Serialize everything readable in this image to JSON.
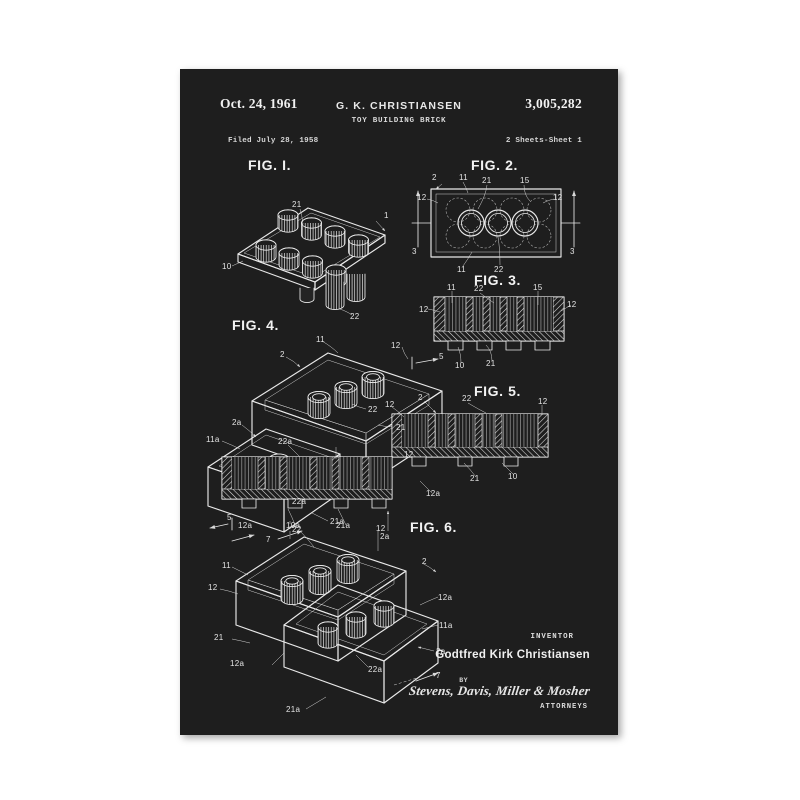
{
  "poster": {
    "background_color": "#1e1e1e",
    "ink_color": "#e9e9e9",
    "page_background": "#ffffff"
  },
  "header": {
    "date": "Oct. 24, 1961",
    "inventor_caps": "G. K. CHRISTIANSEN",
    "patent_number": "3,005,282",
    "title": "TOY BUILDING BRICK",
    "filed": "Filed July 28, 1958",
    "sheets": "2 Sheets-Sheet 1"
  },
  "figures": [
    {
      "id": "fig1",
      "caption": "FIG. I."
    },
    {
      "id": "fig2",
      "caption": "FIG. 2."
    },
    {
      "id": "fig3",
      "caption": "FIG. 3."
    },
    {
      "id": "fig4",
      "caption": "FIG. 4."
    },
    {
      "id": "fig5",
      "caption": "FIG. 5."
    },
    {
      "id": "fig6",
      "caption": "FIG. 6."
    }
  ],
  "numerals": {
    "fig1": [
      "1",
      "21",
      "10",
      "22"
    ],
    "fig2": [
      "2",
      "11",
      "21",
      "15",
      "12",
      "12",
      "3",
      "3",
      "11",
      "22"
    ],
    "fig3": [
      "11",
      "22",
      "15",
      "12",
      "12",
      "10",
      "21"
    ],
    "fig4": [
      "12",
      "5",
      "5",
      "11",
      "2",
      "22",
      "21",
      "2a",
      "11a",
      "22a",
      "21a",
      "12a",
      "12",
      "7"
    ],
    "fig5": [
      "2",
      "22",
      "12",
      "12",
      "22a",
      "21",
      "21a",
      "10",
      "10a",
      "12a",
      "2a"
    ],
    "fig6": [
      "22",
      "12",
      "11",
      "12",
      "21",
      "12a",
      "21a",
      "2",
      "12a",
      "11a",
      "2a",
      "22a",
      "7"
    ]
  },
  "footer": {
    "inventor_label": "INVENTOR",
    "inventor_name": "Godtfred Kirk Christiansen",
    "by_label": "BY",
    "signature": "Stevens, Davis, Miller & Mosher",
    "attorneys_label": "ATTORNEYS"
  }
}
